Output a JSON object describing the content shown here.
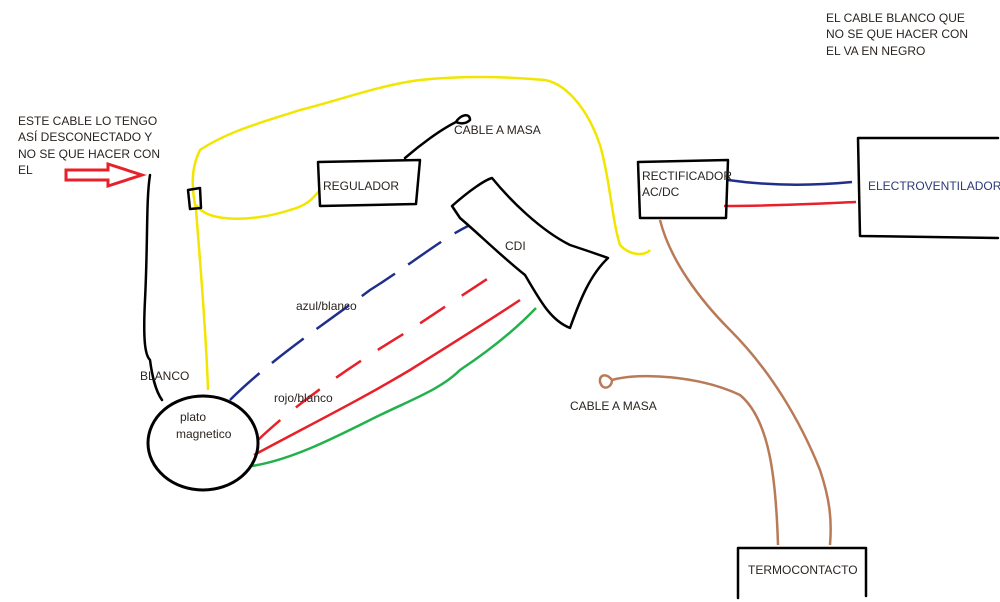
{
  "notes": {
    "left_note": [
      "ESTE CABLE LO TENGO",
      "ASÍ DESCONECTADO Y",
      "NO SE QUE HACER CON",
      "EL"
    ],
    "top_right_note": [
      "EL CABLE BLANCO QUE",
      "NO SE QUE HACER CON",
      "EL VA EN NEGRO"
    ]
  },
  "components": {
    "regulador": "REGULADOR",
    "cdi": "CDI",
    "rectificador": [
      "RECTIFICADOR",
      "AC/DC"
    ],
    "electroventilador": "ELECTROVENTILADOR",
    "termocontacto": "TERMOCONTACTO",
    "plato": [
      "plato",
      "magnetico"
    ]
  },
  "labels": {
    "cable_masa_top": "CABLE A MASA",
    "cable_masa_bottom": "CABLE A MASA",
    "blanco": "BLANCO",
    "azul_blanco": "azul/blanco",
    "rojo_blanco": "rojo/blanco"
  },
  "colors": {
    "yellow": "#f2e600",
    "blue": "#1f2f8a",
    "red": "#e8202a",
    "green": "#22b14c",
    "brown": "#b97a57",
    "arrow": "#e8202a"
  }
}
